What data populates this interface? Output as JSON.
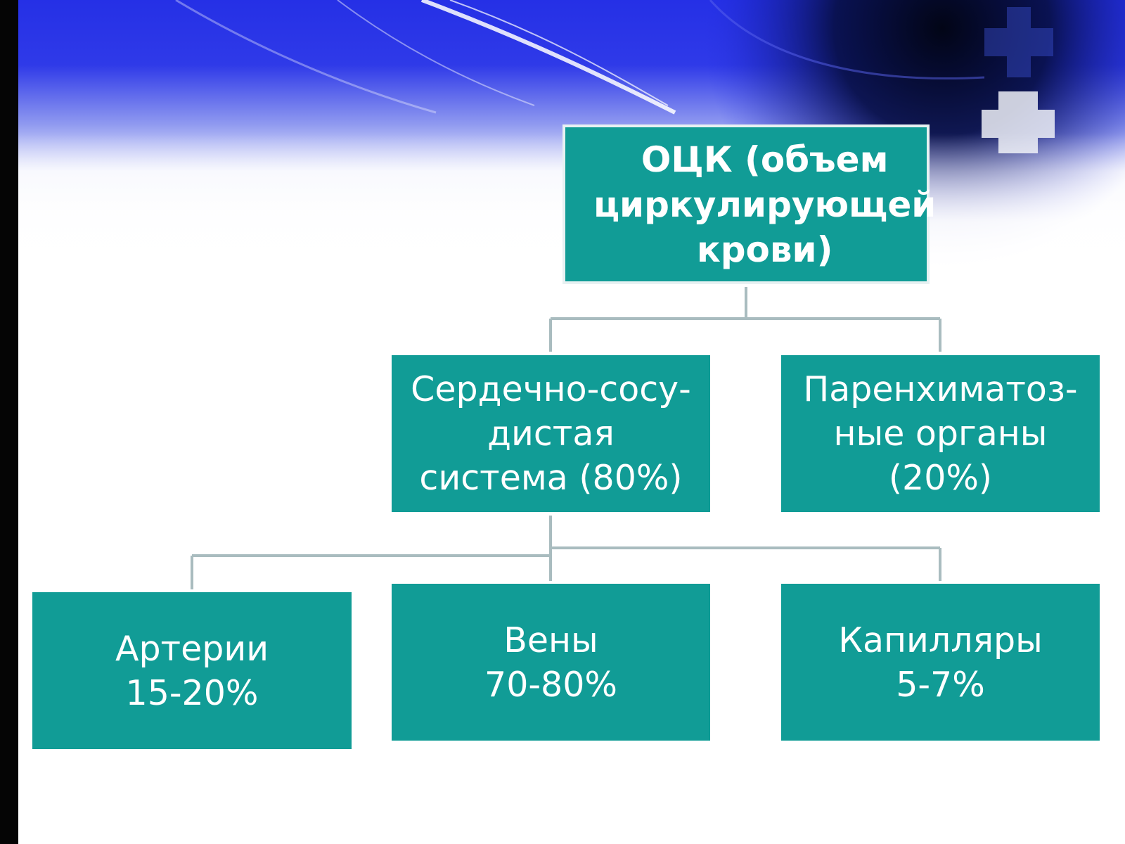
{
  "root": {
    "label": "ОЦК (объем\nциркулирующей\nкрови)"
  },
  "level1": [
    {
      "label": "Сердечно-сосу-\nдистая\nсистема (80%)"
    },
    {
      "label": "Паренхиматоз-\nные органы\n(20%)"
    }
  ],
  "level2": [
    {
      "label": "Артерии\n15-20%"
    },
    {
      "label": "Вены\n70-80%"
    },
    {
      "label": "Капилляры\n5-7%"
    }
  ],
  "colors": {
    "node_fill": "#119c96",
    "node_text": "#ffffff",
    "connector": "#a9bcbf",
    "banner_blue": "#2431e0"
  }
}
